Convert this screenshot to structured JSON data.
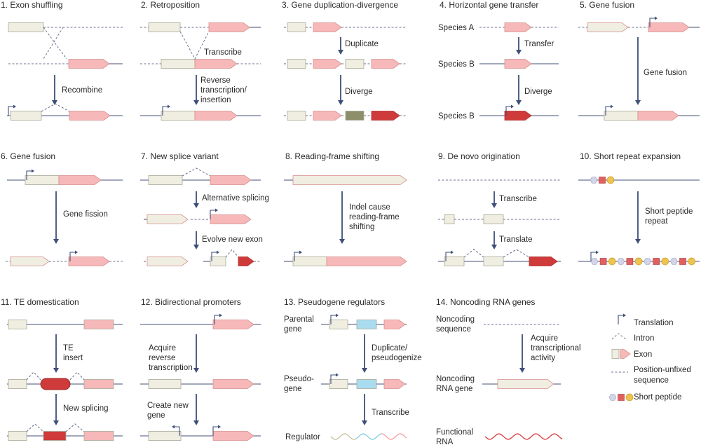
{
  "panels": [
    {
      "title": "1. Exon shuffling",
      "labels": [
        "Recombine"
      ]
    },
    {
      "title": "2. Retroposition",
      "labels": [
        "Transcribe",
        "Reverse",
        "transcription/",
        "insertion"
      ]
    },
    {
      "title": "3. Gene duplication-divergence",
      "labels": [
        "Duplicate",
        "Diverge"
      ]
    },
    {
      "title": "4. Horizontal gene transfer",
      "labels": [
        "Species A",
        "Transfer",
        "Species B",
        "Diverge",
        "Species B"
      ]
    },
    {
      "title": "5. Gene fusion",
      "labels": [
        "Gene fusion"
      ]
    },
    {
      "title": "6. Gene fusion",
      "labels": [
        "Gene fission"
      ]
    },
    {
      "title": "7. New splice variant",
      "labels": [
        "Alternative splicing",
        "Evolve new exon"
      ]
    },
    {
      "title": "8. Reading-frame shifting",
      "labels": [
        "Indel cause",
        "reading-frame",
        "shifting"
      ]
    },
    {
      "title": "9. De novo origination",
      "labels": [
        "Transcribe",
        "Translate"
      ]
    },
    {
      "title": "10. Short repeat expansion",
      "labels": [
        "Short peptide",
        "repeat"
      ]
    },
    {
      "title": "11. TE domestication",
      "labels": [
        "TE",
        "insert",
        "New splicing"
      ]
    },
    {
      "title": "12. Bidirectional promoters",
      "labels": [
        "Acquire",
        "reverse",
        "transcription",
        "Create new",
        "gene"
      ]
    },
    {
      "title": "13. Pseudogene regulators",
      "labels": [
        "Parental",
        "gene",
        "Duplicate/",
        "pseudogenize",
        "Pseudo-",
        "gene",
        "Transcribe",
        "Regulator"
      ]
    },
    {
      "title": "14. Noncoding RNA genes",
      "labels": [
        "Noncoding",
        "sequence",
        "Acquire",
        "transcriptional",
        "activity",
        "Noncoding",
        "RNA gene",
        "Functional",
        "RNA"
      ]
    }
  ],
  "legend": {
    "items": [
      "Translation",
      "Intron",
      "Exon",
      "Position-unfixed",
      "sequence",
      "Short peptide"
    ]
  },
  "colors": {
    "exon_beige": "#efeee1",
    "exon_pink": "#f6b8b8",
    "exon_red": "#cf3a3a",
    "olive": "#8d8e6a",
    "blue": "#a9dcef",
    "line": "#6b7390",
    "arrow": "#3e4e78",
    "shape_stroke": "#a9a99a"
  }
}
